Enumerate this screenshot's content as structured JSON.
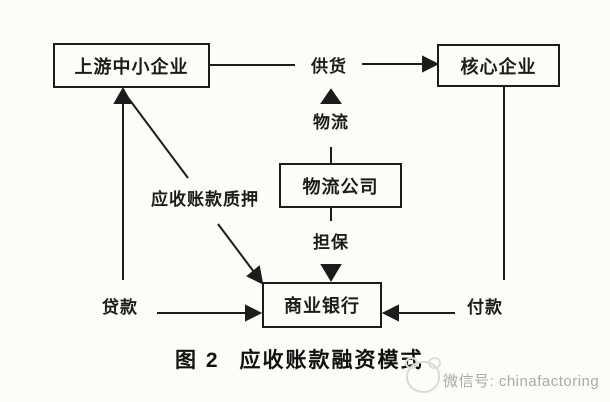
{
  "diagram": {
    "caption": {
      "figure_label": "图 2",
      "title": "应收账款融资模式"
    },
    "nodes": [
      {
        "id": "sme",
        "label": "上游中小企业"
      },
      {
        "id": "core",
        "label": "核心企业"
      },
      {
        "id": "logistics",
        "label": "物流公司"
      },
      {
        "id": "bank",
        "label": "商业银行"
      }
    ],
    "edge_labels": [
      {
        "id": "supply",
        "label": "供货"
      },
      {
        "id": "logistics-flow",
        "label": "物流"
      },
      {
        "id": "guarantee",
        "label": "担保"
      },
      {
        "id": "pledge",
        "label": "应收账款质押"
      },
      {
        "id": "loan",
        "label": "贷款"
      },
      {
        "id": "payment",
        "label": "付款"
      }
    ],
    "edges": [
      {
        "from": "sme",
        "to": "core",
        "label": "供货"
      },
      {
        "from": "logistics",
        "to": "supply-flow",
        "label": "物流"
      },
      {
        "from": "logistics",
        "to": "bank",
        "label": "担保"
      },
      {
        "from": "sme",
        "to": "bank",
        "label": "应收账款质押"
      },
      {
        "from": "bank",
        "to": "sme",
        "label": "贷款"
      },
      {
        "from": "core",
        "to": "bank",
        "label": "付款"
      }
    ],
    "colors": {
      "line": "#1c1c1c",
      "background": "#fcfcfa",
      "watermark_text": "#a9a9a9"
    }
  },
  "watermark": {
    "text": "微信号: chinafactoring",
    "icon": "panda-doodle-icon"
  }
}
